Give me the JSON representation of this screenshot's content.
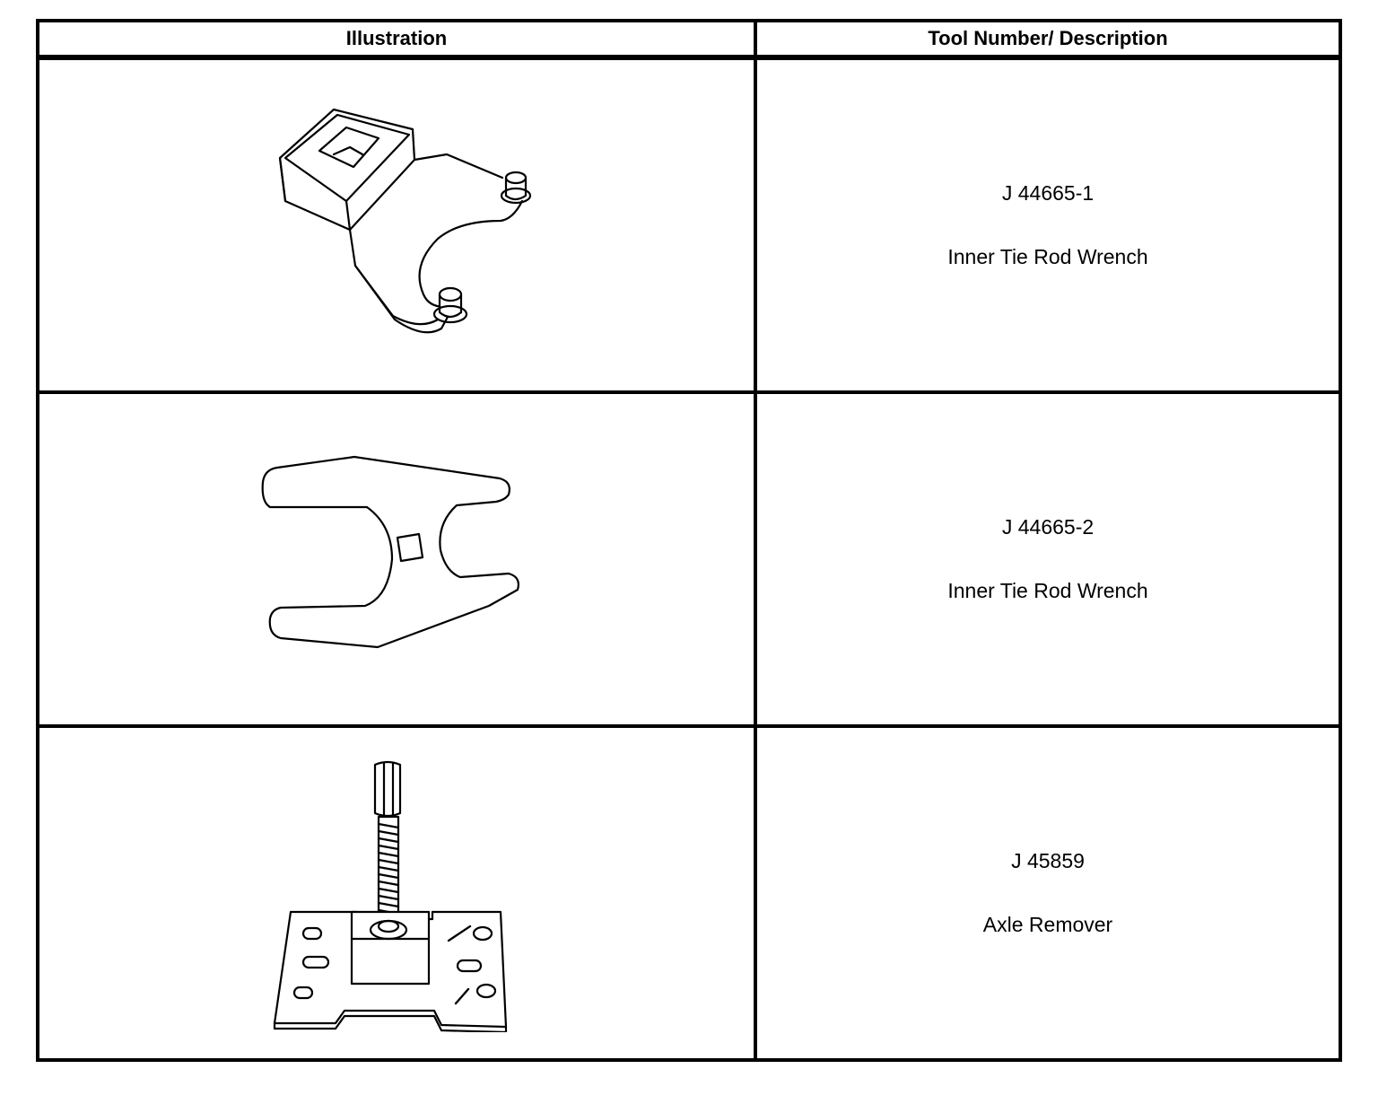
{
  "table": {
    "headers": {
      "illustration": "Illustration",
      "description": "Tool Number/ Description"
    },
    "rows": [
      {
        "tool_number": "J 44665-1",
        "name": "Inner Tie Rod Wrench",
        "illustration_icon": "inner-tie-rod-wrench-1-icon"
      },
      {
        "tool_number": "J 44665-2",
        "name": "Inner Tie Rod Wrench",
        "illustration_icon": "inner-tie-rod-wrench-2-icon"
      },
      {
        "tool_number": "J 45859",
        "name": "Axle Remover",
        "illustration_icon": "axle-remover-icon"
      }
    ]
  }
}
